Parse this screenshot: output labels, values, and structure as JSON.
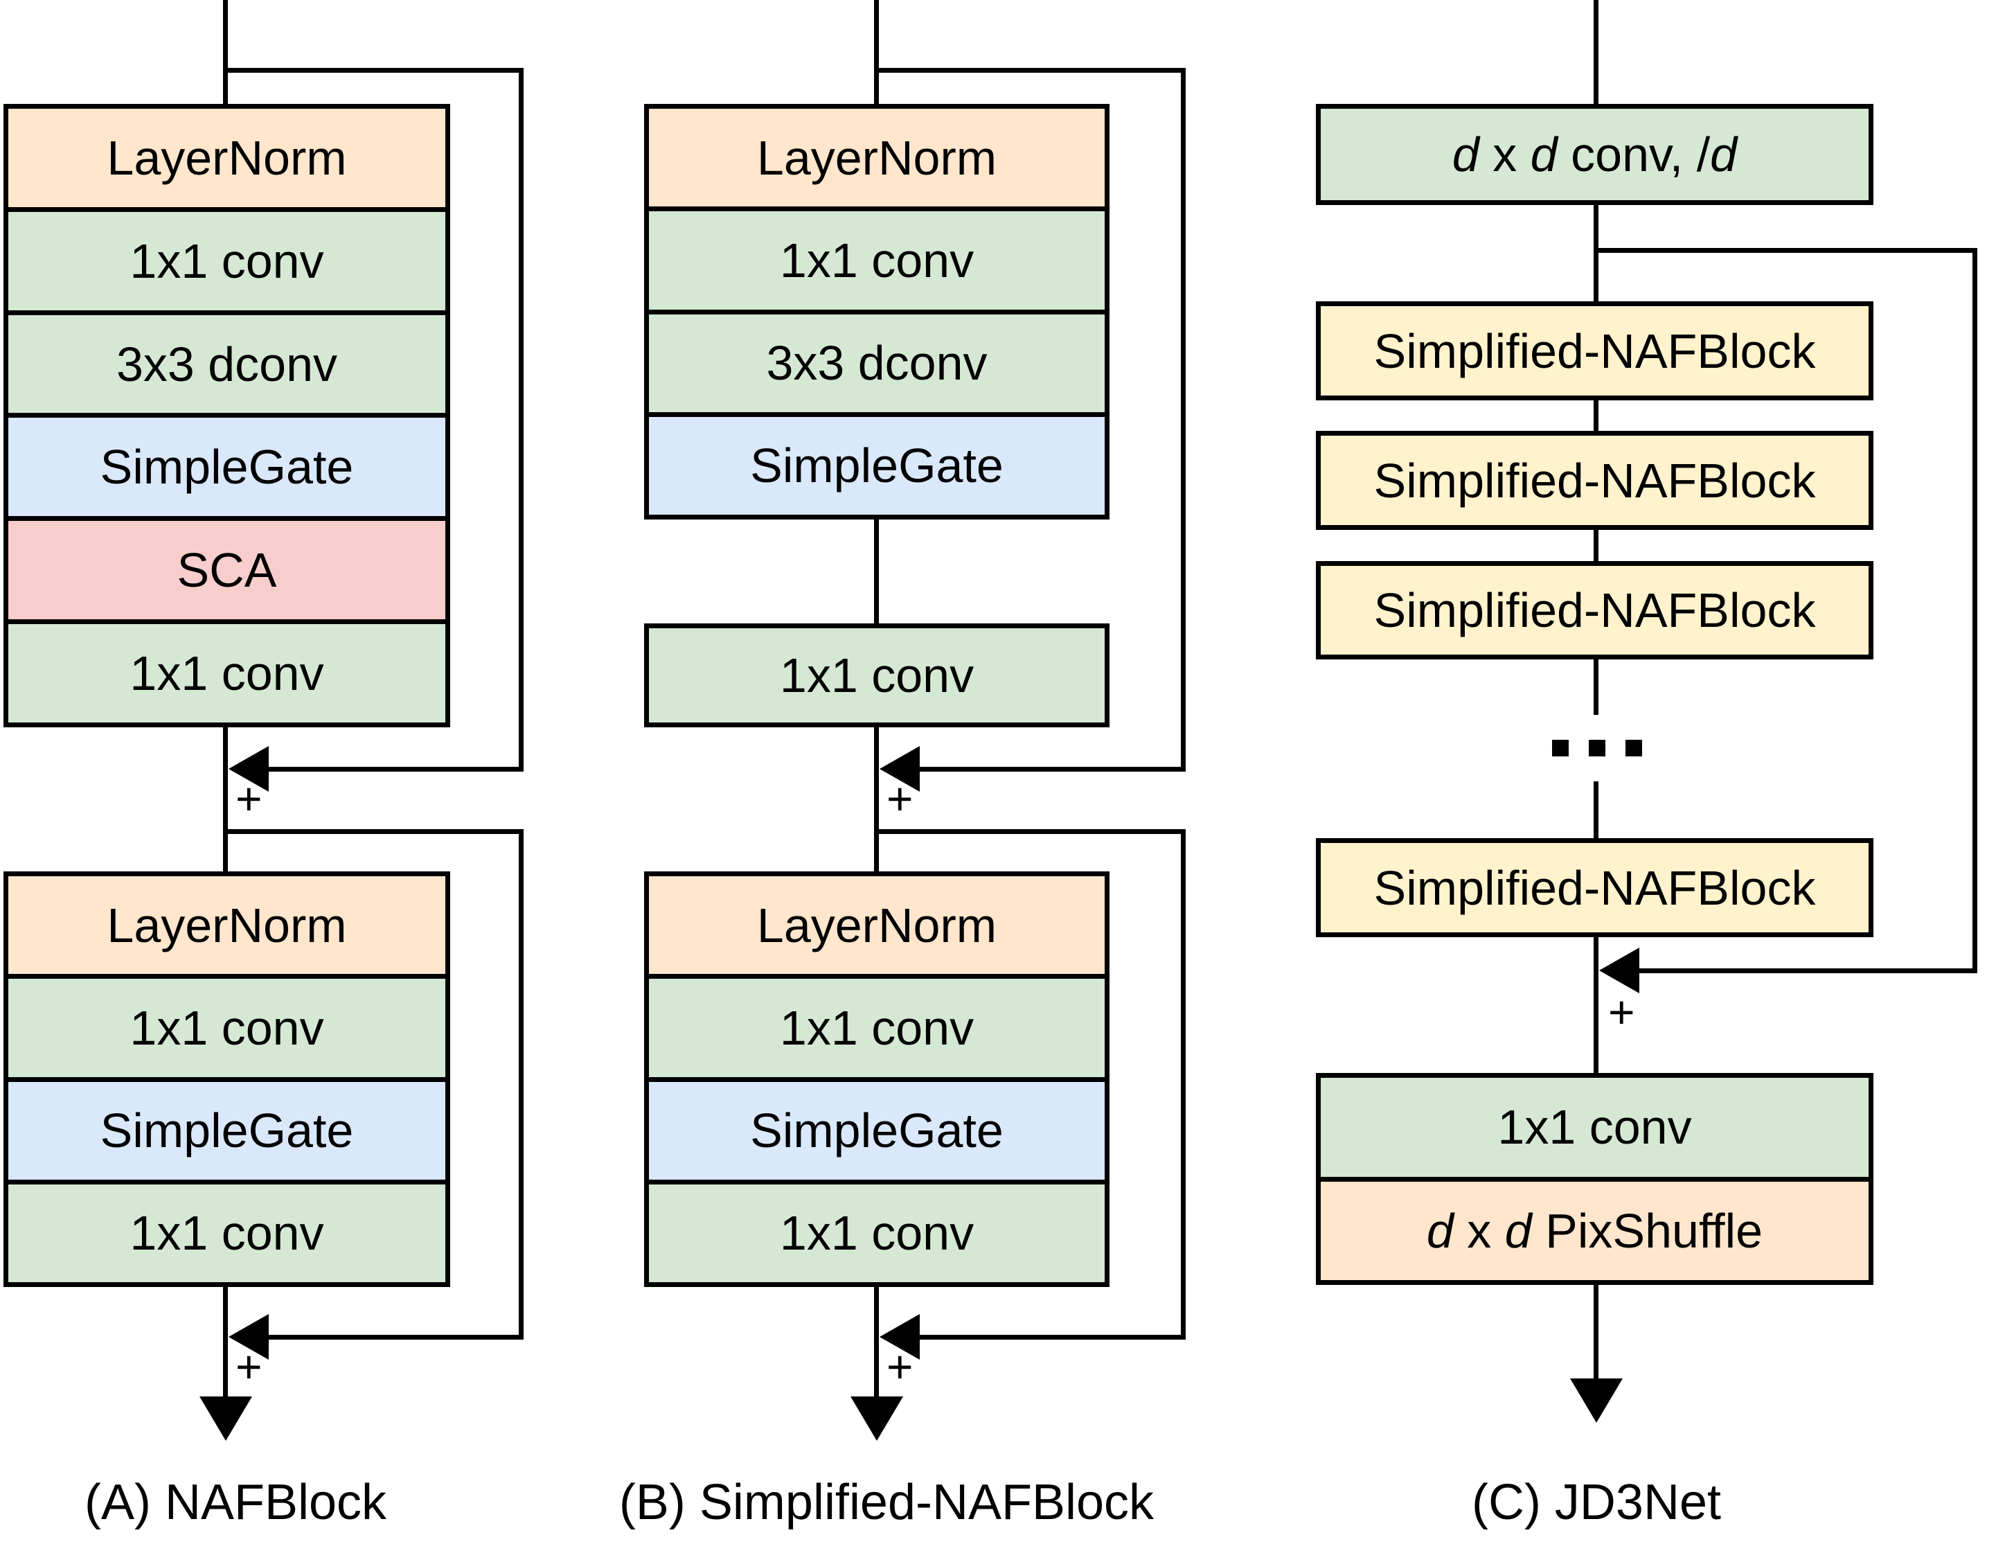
{
  "colors": {
    "orange": "#FFE6CC",
    "green": "#D5E8D4",
    "blue": "#DAE8FC",
    "red": "#F8CECC",
    "yellow": "#FFF2CC",
    "line": "#000000"
  },
  "symbols": {
    "plus": "+",
    "ellipsis_icon": "..."
  },
  "columns": {
    "a": {
      "caption": "(A) NAFBlock",
      "stack1": [
        {
          "label": "LayerNorm",
          "fill": "orange"
        },
        {
          "label": "1x1 conv",
          "fill": "green"
        },
        {
          "label": "3x3 dconv",
          "fill": "green"
        },
        {
          "label": "SimpleGate",
          "fill": "blue"
        },
        {
          "label": "SCA",
          "fill": "red"
        },
        {
          "label": "1x1 conv",
          "fill": "green"
        }
      ],
      "stack2": [
        {
          "label": "LayerNorm",
          "fill": "orange"
        },
        {
          "label": "1x1 conv",
          "fill": "green"
        },
        {
          "label": "SimpleGate",
          "fill": "blue"
        },
        {
          "label": "1x1 conv",
          "fill": "green"
        }
      ]
    },
    "b": {
      "caption": "(B) Simplified-NAFBlock",
      "stack1": [
        {
          "label": "LayerNorm",
          "fill": "orange"
        },
        {
          "label": "1x1 conv",
          "fill": "green"
        },
        {
          "label": "3x3 dconv",
          "fill": "green"
        },
        {
          "label": "SimpleGate",
          "fill": "blue"
        }
      ],
      "mid": {
        "label": "1x1 conv",
        "fill": "green"
      },
      "stack2": [
        {
          "label": "LayerNorm",
          "fill": "orange"
        },
        {
          "label": "1x1 conv",
          "fill": "green"
        },
        {
          "label": "SimpleGate",
          "fill": "blue"
        },
        {
          "label": "1x1 conv",
          "fill": "green"
        }
      ]
    },
    "c": {
      "caption": "(C) JD3Net",
      "head": {
        "fill": "green",
        "parts": [
          {
            "t": "d",
            "i": true
          },
          {
            "t": " x ",
            "i": false
          },
          {
            "t": "d",
            "i": true
          },
          {
            "t": " conv, /",
            "i": false
          },
          {
            "t": "d",
            "i": true
          }
        ]
      },
      "blocks": [
        {
          "label": "Simplified-NAFBlock",
          "fill": "yellow"
        },
        {
          "label": "Simplified-NAFBlock",
          "fill": "yellow"
        },
        {
          "label": "Simplified-NAFBlock",
          "fill": "yellow"
        }
      ],
      "last_block": {
        "label": "Simplified-NAFBlock",
        "fill": "yellow"
      },
      "tail1": {
        "label": "1x1 conv",
        "fill": "green"
      },
      "tail2": {
        "fill": "orange",
        "parts": [
          {
            "t": "d",
            "i": true
          },
          {
            "t": " x ",
            "i": false
          },
          {
            "t": "d",
            "i": true
          },
          {
            "t": " PixShuffle",
            "i": false
          }
        ]
      }
    }
  }
}
